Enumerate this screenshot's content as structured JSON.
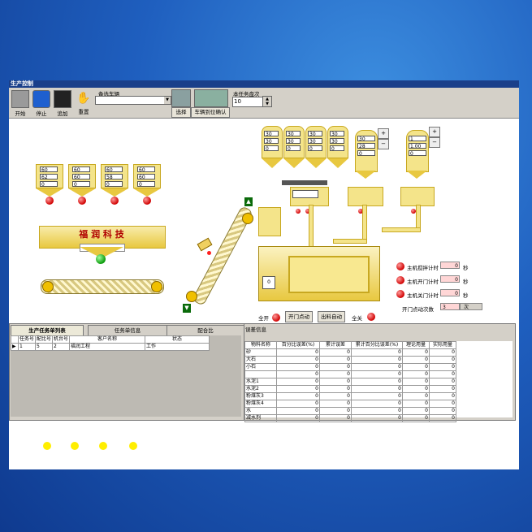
{
  "window_title": "生产控制",
  "toolbar": {
    "buttons": [
      {
        "label": "开始"
      },
      {
        "label": "停止"
      },
      {
        "label": "追加"
      },
      {
        "label": "重置"
      }
    ],
    "vehicle_label": "备选车辆",
    "vehicle_value": "",
    "select_label": "选择",
    "confirm_label": "车辆到位确认",
    "batch_label": "本任务盘次",
    "batch_value": "10"
  },
  "aggregate_bins": [
    {
      "v": [
        "60",
        "62",
        "0"
      ]
    },
    {
      "v": [
        "60",
        "60",
        "0"
      ]
    },
    {
      "v": [
        "60",
        "58",
        "0"
      ]
    },
    {
      "v": [
        "60",
        "60",
        "0"
      ]
    }
  ],
  "brand_text": "福 润 科 技",
  "powder_silos": [
    {
      "v": [
        "30",
        "30",
        "0"
      ]
    },
    {
      "v": [
        "30",
        "30",
        "0"
      ]
    },
    {
      "v": [
        "30",
        "30",
        "0"
      ]
    },
    {
      "v": [
        "30",
        "30",
        "0"
      ]
    }
  ],
  "water_scale": {
    "v": [
      "30",
      "28",
      "0"
    ]
  },
  "additive_scale": {
    "v": [
      "1",
      "1.00",
      "0"
    ]
  },
  "mixer_box_value": "0",
  "controls": {
    "all_open": "全开",
    "open_jog": "开门点动",
    "discharge_auto": "出料自动",
    "all_close": "全关",
    "mix_time_label": "主机搅拌计时",
    "mix_time_value": "0",
    "open_time_label": "主机开门计时",
    "open_time_value": "0",
    "close_time_label": "主机关门计时",
    "close_time_value": "0",
    "jog_count_label": "开门点动次数",
    "jog_count_value": "3",
    "unit_sec": "秒",
    "unit_times": "次"
  },
  "tabs": [
    {
      "label": "生产任务单列表"
    },
    {
      "label": "任务单信息"
    },
    {
      "label": "配合比"
    }
  ],
  "task_table": {
    "headers": [
      "任务号",
      "配比号",
      "机台号",
      "客户名称",
      "状态"
    ],
    "rows": [
      [
        "1",
        "5",
        "2",
        "福润工程",
        "工作"
      ]
    ]
  },
  "error_panel_title": "误差信息",
  "error_table": {
    "headers": [
      "物料名称",
      "百分比误差(%)",
      "累计误差",
      "累计百分比误差(%)",
      "理论用量",
      "实际用量"
    ],
    "rows": [
      [
        "砂",
        "0",
        "0",
        "0",
        "0",
        "0"
      ],
      [
        "大石",
        "0",
        "0",
        "0",
        "0",
        "0"
      ],
      [
        "小石",
        "0",
        "0",
        "0",
        "0",
        "0"
      ],
      [
        "",
        "0",
        "0",
        "0",
        "0",
        "0"
      ],
      [
        "水泥1",
        "0",
        "0",
        "0",
        "0",
        "0"
      ],
      [
        "水泥2",
        "0",
        "0",
        "0",
        "0",
        "0"
      ],
      [
        "粉煤灰3",
        "0",
        "0",
        "0",
        "0",
        "0"
      ],
      [
        "粉煤灰4",
        "0",
        "0",
        "0",
        "0",
        "0"
      ],
      [
        "水",
        "0",
        "0",
        "0",
        "0",
        "0"
      ],
      [
        "减水剂",
        "0",
        "0",
        "0",
        "0",
        "0"
      ]
    ]
  },
  "colors": {
    "accent": "#1a3f8a",
    "hopper": "#f4e48a",
    "status_red": "#d00000",
    "status_green": "#0a9a0a"
  }
}
